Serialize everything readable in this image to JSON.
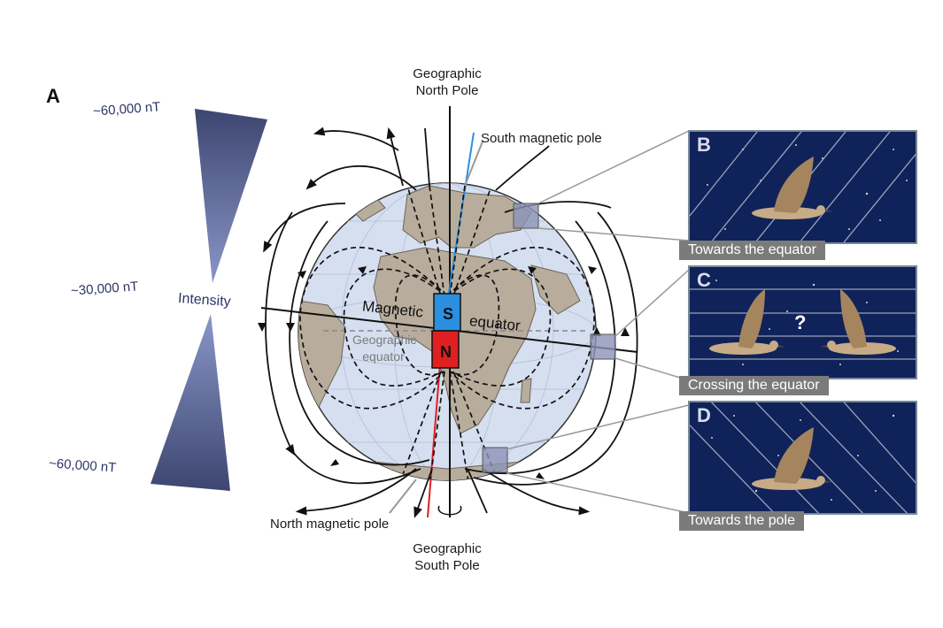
{
  "panel_a": {
    "letter": "A",
    "north_pole": [
      "Geographic",
      "North Pole"
    ],
    "south_pole": [
      "Geographic",
      "South Pole"
    ],
    "south_magnetic_pole": "South magnetic pole",
    "north_magnetic_pole": "North magnetic pole",
    "magnetic_equator": [
      "Magnetic",
      "equator"
    ],
    "geographic_equator": [
      "Geographic",
      "equator"
    ],
    "magnet_top": "S",
    "magnet_bottom": "N"
  },
  "intensity_scale": {
    "label": "Intensity",
    "top": "~60,000 nT",
    "middle": "~30,000 nT",
    "bottom": "~60,000 nT"
  },
  "insets": [
    {
      "letter": "B",
      "caption": "Towards the equator"
    },
    {
      "letter": "C",
      "caption": "Crossing the equator",
      "question": "?"
    },
    {
      "letter": "D",
      "caption": "Towards the pole"
    }
  ],
  "colors": {
    "south_pole_magnet": "#2b8fe0",
    "north_pole_magnet": "#e02020",
    "ocean": "#d5dff0",
    "land": "#b8ad9c",
    "night_sky": "#10225a",
    "caption_bg": "#7b7b7b",
    "intensity_fill": "#5a6596"
  }
}
